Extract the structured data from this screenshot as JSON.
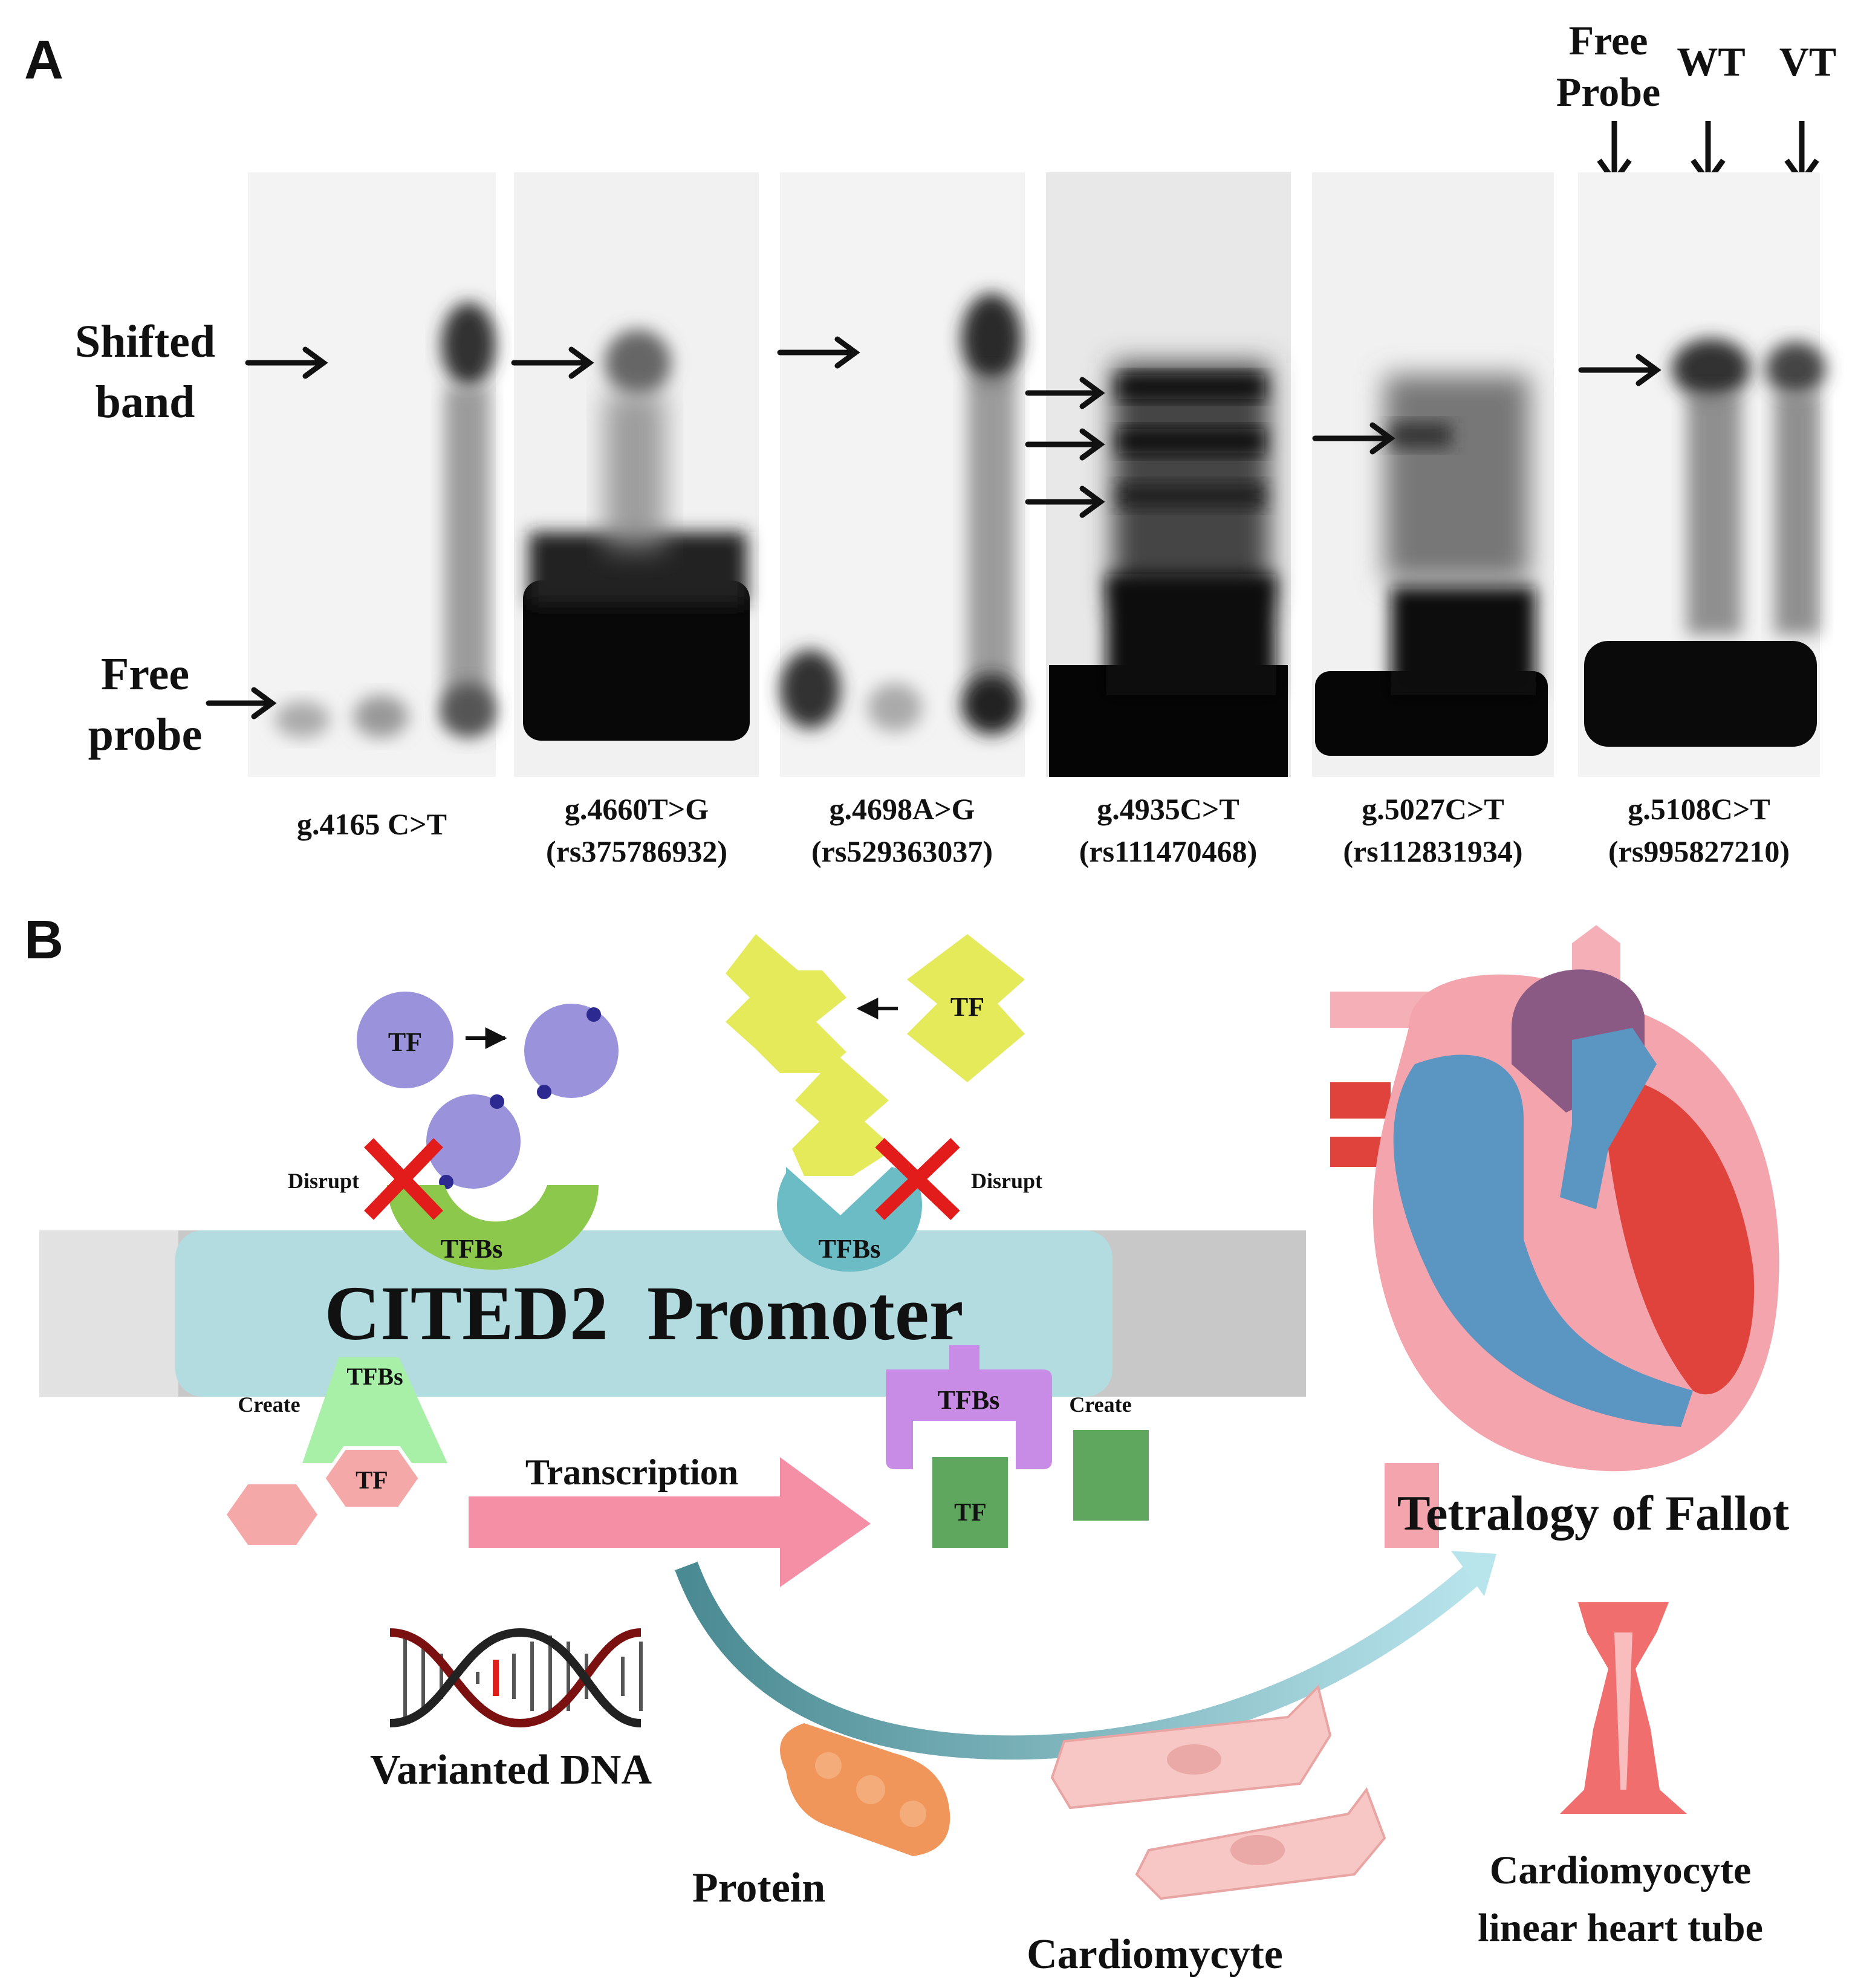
{
  "panel_a": {
    "label": "A",
    "left_labels": {
      "shifted": [
        "Shifted",
        "band"
      ],
      "free": [
        "Free",
        "probe"
      ]
    },
    "column_headers": {
      "free_probe": [
        "Free",
        "Probe"
      ],
      "wt": "WT",
      "vt": "VT"
    },
    "gels": [
      {
        "caption": [
          "g.4165 C>T"
        ]
      },
      {
        "caption": [
          "g.4660T>G",
          "(rs375786932)"
        ]
      },
      {
        "caption": [
          "g.4698A>G",
          "(rs529363037)"
        ]
      },
      {
        "caption": [
          "g.4935C>T",
          "(rs111470468)"
        ]
      },
      {
        "caption": [
          "g.5027C>T",
          "(rs112831934)"
        ]
      },
      {
        "caption": [
          "g.5108C>T",
          "(rs995827210)"
        ]
      }
    ]
  },
  "panel_b": {
    "label": "B",
    "promoter": "CITED2  Promoter",
    "tfbs": "TFBs",
    "tf": "TF",
    "disrupt": "Disrupt",
    "create": "Create",
    "transcription": "Transcription",
    "variant_dna": "Varianted DNA",
    "protein": "Protein",
    "cardiomyocyte": "Cardiomycyte",
    "heart_tube": [
      "Cardiomyocyte",
      "linear heart tube"
    ],
    "disease": "Tetralogy of Fallot",
    "colors": {
      "promoter_fill": "#b2dce0",
      "dna_bar": "#c8c8c8",
      "tf_purple": "#9a93db",
      "tf_yellow": "#e4ea5a",
      "tfbs_green": "#8cc84b",
      "tfbs_teal": "#6bbcc4",
      "tfbs_light_green": "#a8f0a8",
      "tfbs_violet": "#c88be6",
      "tf_pink": "#f4a9a8",
      "tf_dark_green": "#5fa65f",
      "arrow_pink": "#f48fa6",
      "cross_red": "#e21b1b"
    }
  }
}
